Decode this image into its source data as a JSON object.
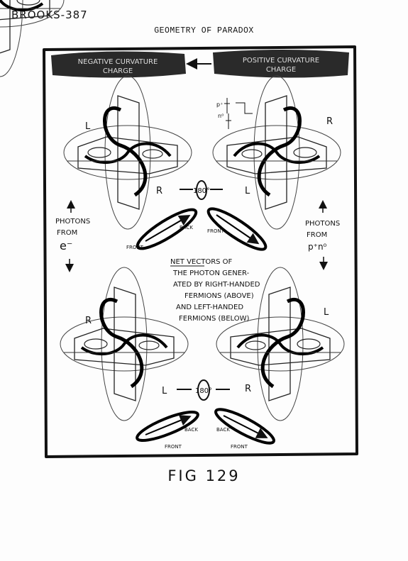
{
  "page": {
    "id_text": "BROOKS-387",
    "title": "GEOMETRY OF PARADOX",
    "caption": "FIG 129"
  },
  "diagram": {
    "banner_left": [
      "NEGATIVE CURVATURE",
      "CHARGE"
    ],
    "banner_right": [
      "POSITIVE CURVATURE",
      "CHARGE"
    ],
    "labels": {
      "L": "L",
      "R": "R",
      "angle": "180°",
      "back": "BACK",
      "front": "FRONT",
      "photons": "PHOTONS",
      "from": "FROM",
      "electron": "e⁻",
      "proton": "p⁺n⁰",
      "p_plus": "p⁺",
      "n_zero": "n⁰"
    },
    "center_text": [
      "NET VECTORS OF",
      "THE PHOTON GENER-",
      "ATED BY RIGHT-HANDED",
      "FERMIONS (ABOVE)",
      "AND LEFT-HANDED",
      "FERMIONS (BELOW)"
    ]
  }
}
